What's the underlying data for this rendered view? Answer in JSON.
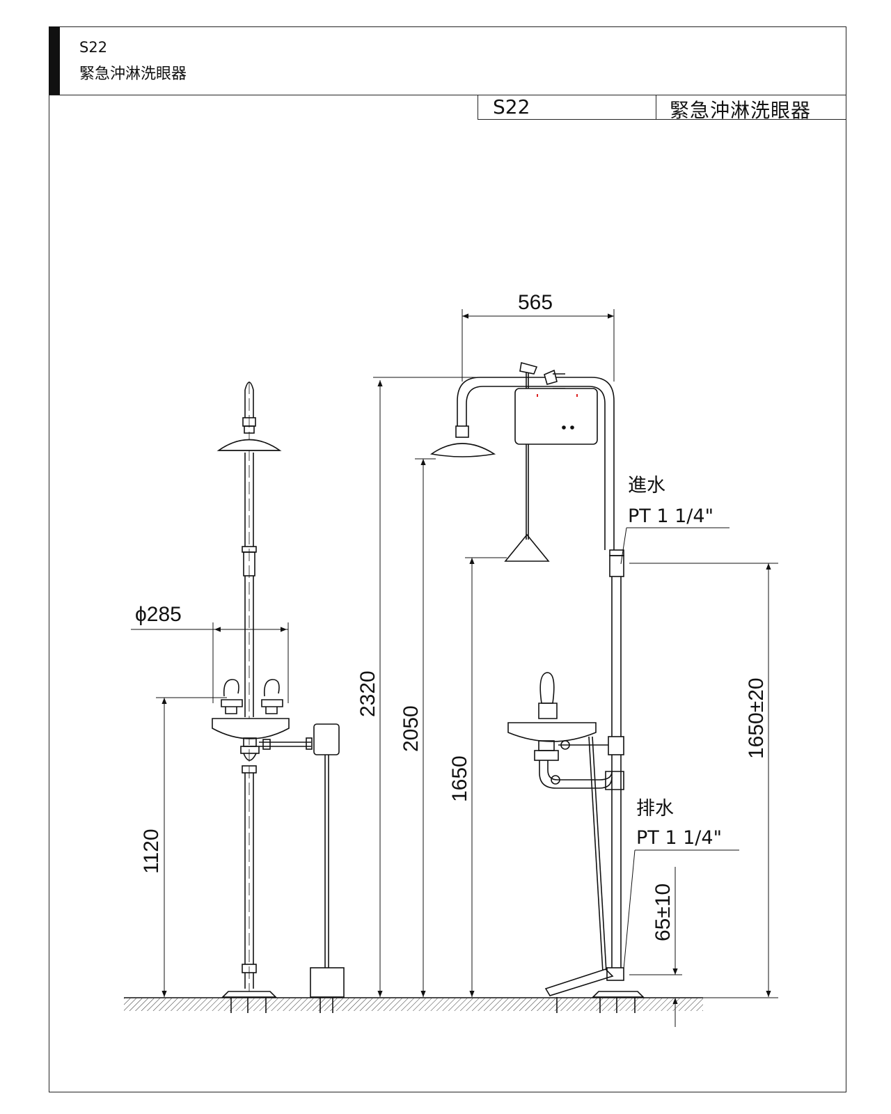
{
  "header": {
    "code": "S22",
    "name": "緊急沖淋洗眼器"
  },
  "title_block": {
    "code": "S22",
    "name": "緊急沖淋洗眼器"
  },
  "dimensions": {
    "top_width": "565",
    "bowl_diameter": "ϕ285",
    "height_2320": "2320",
    "height_2050": "2050",
    "height_1650": "1650",
    "height_1120": "1120",
    "inlet_height": "1650±20",
    "drain_height": "65±10"
  },
  "notes": {
    "inlet_label": "進水",
    "inlet_spec": "PT 1  1/4\"",
    "drain_label": "排水",
    "drain_spec": "PT 1  1/4\""
  }
}
